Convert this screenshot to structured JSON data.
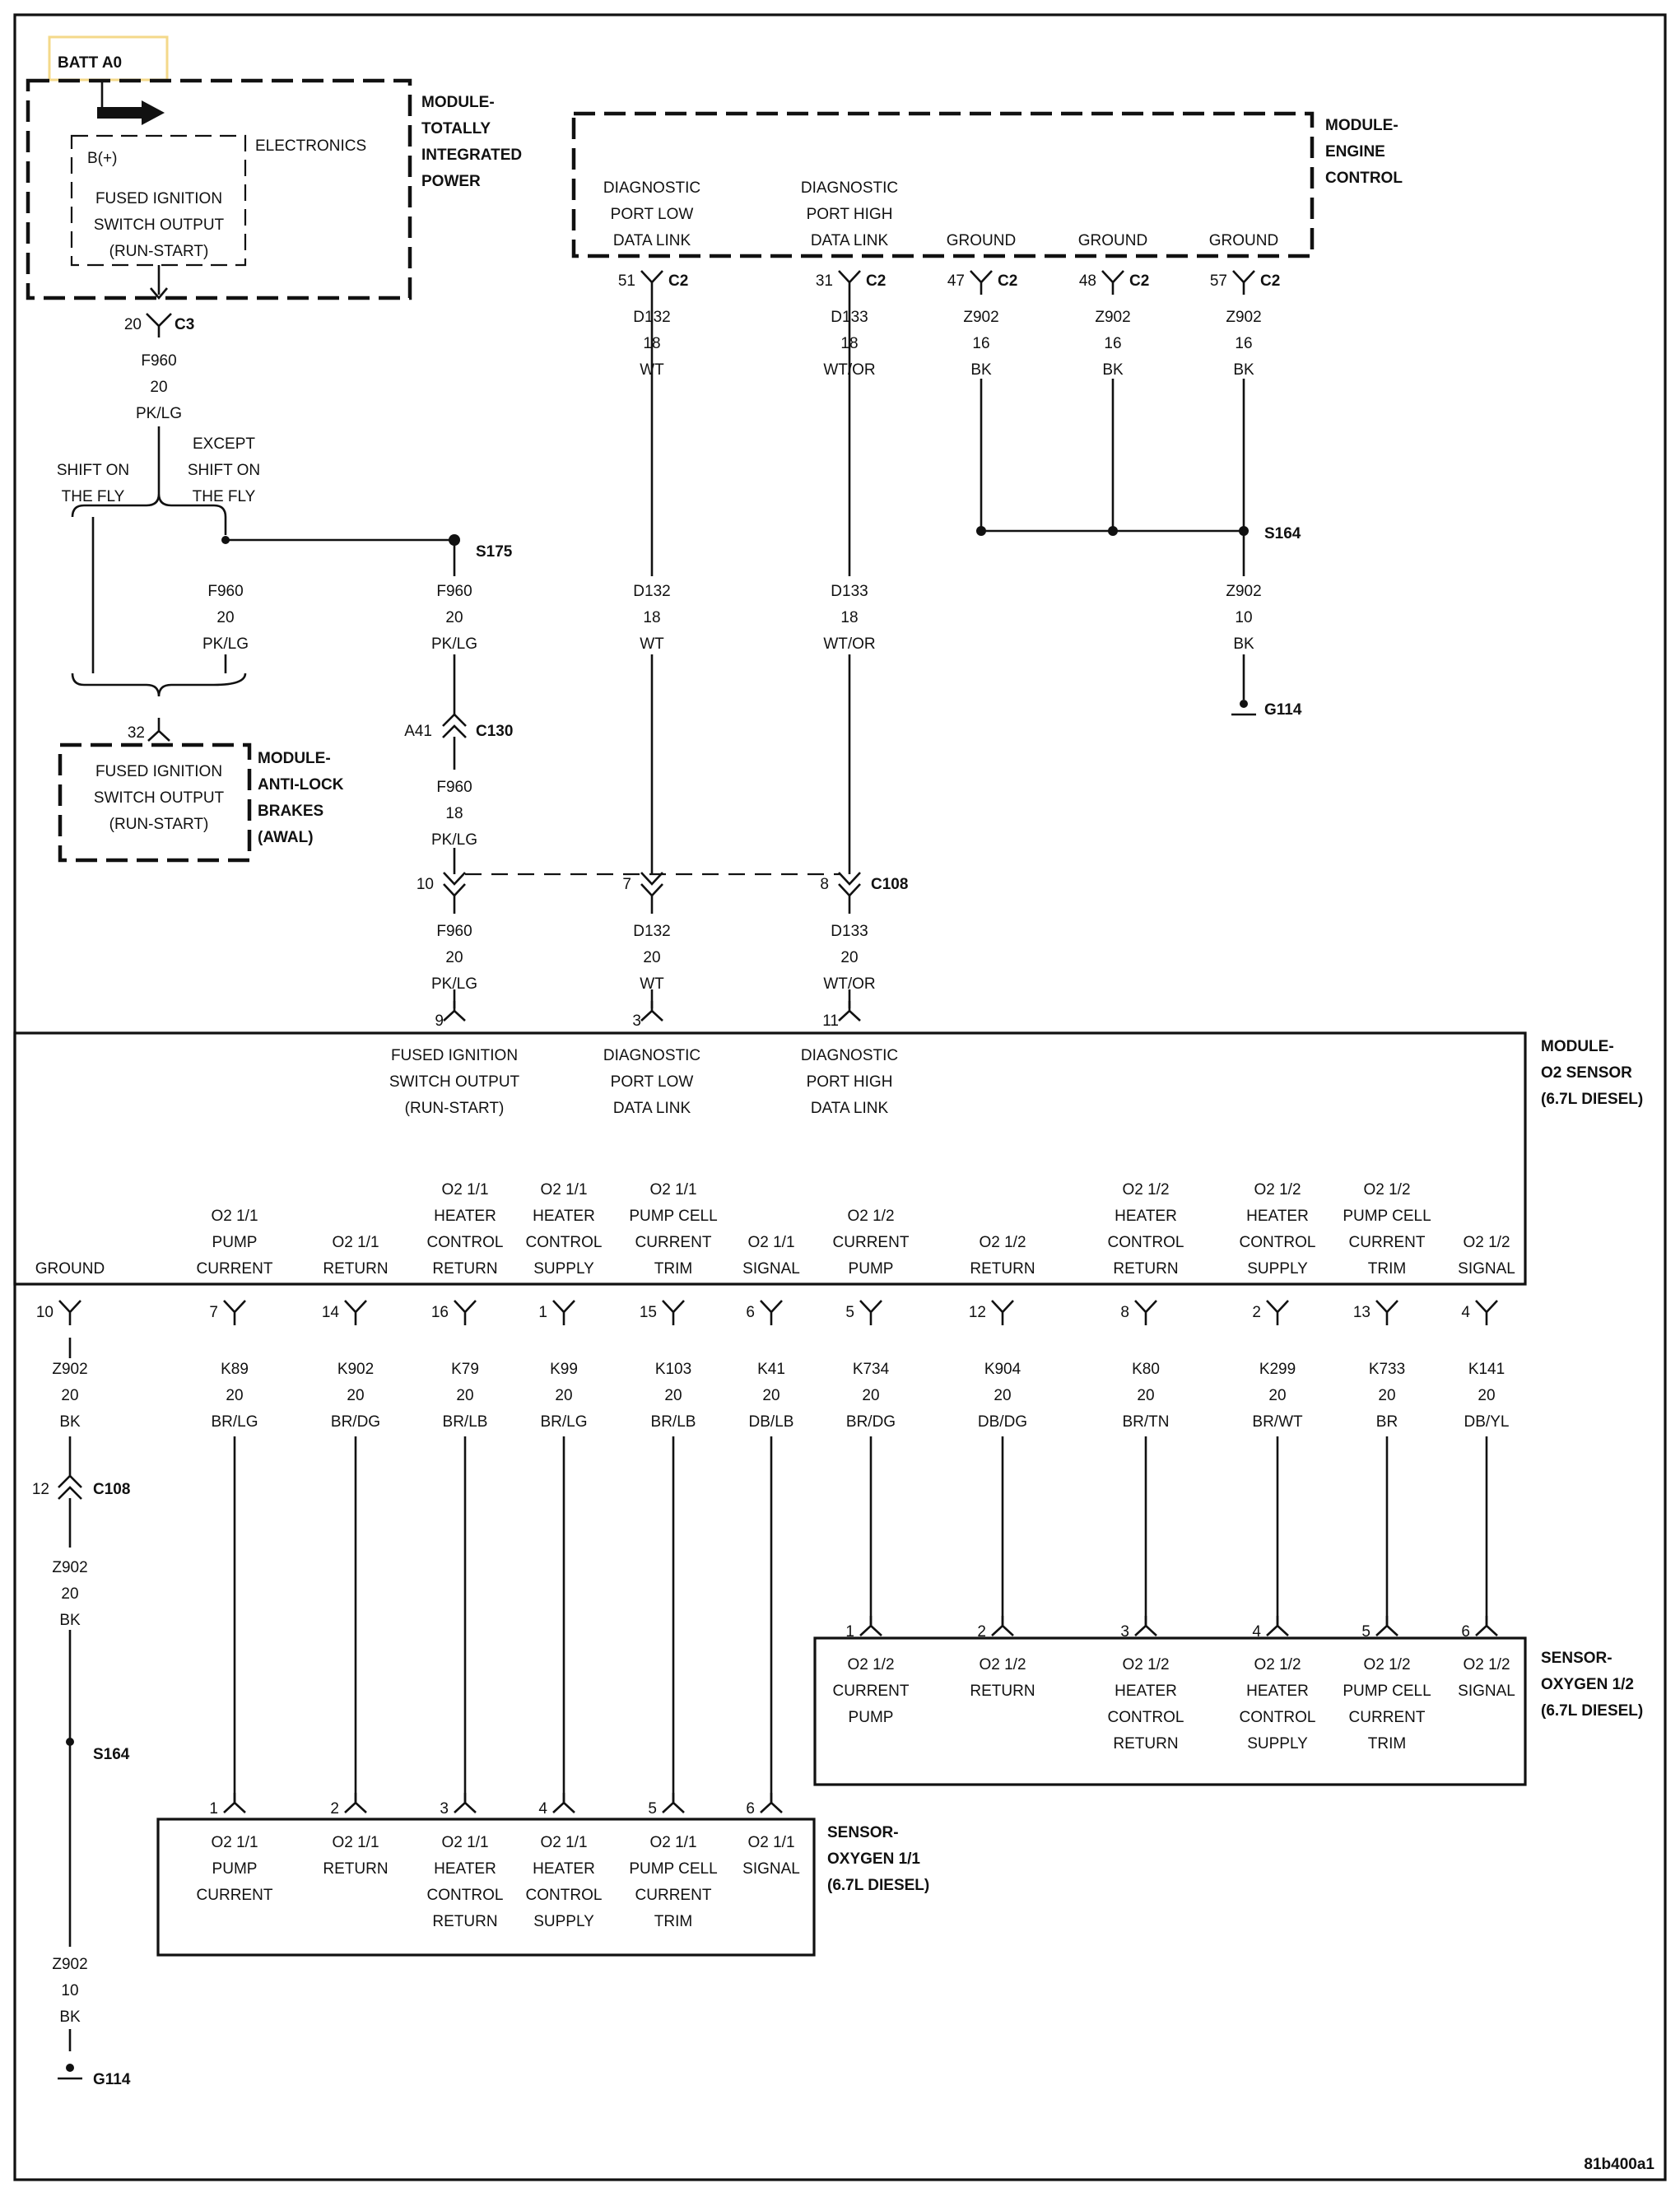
{
  "batt": "BATT A0",
  "tipm": {
    "name": [
      "MODULE-",
      "TOTALLY",
      "INTEGRATED",
      "POWER"
    ],
    "electronics": "ELECTRONICS",
    "bplus": "B(+)",
    "output": [
      "FUSED IGNITION",
      "SWITCH OUTPUT",
      "(RUN-START)"
    ],
    "pin": "20",
    "conn": "C3",
    "wire": [
      "F960",
      "20",
      "PK/LG"
    ]
  },
  "option_left": [
    "SHIFT ON",
    "THE FLY"
  ],
  "option_right": [
    "EXCEPT",
    "SHIFT ON",
    "THE FLY"
  ],
  "abs_wire": [
    "F960",
    "20",
    "PK/LG"
  ],
  "s175": "S175",
  "s175_wire": [
    "F960",
    "20",
    "PK/LG"
  ],
  "c130": {
    "pin": "A41",
    "conn": "C130"
  },
  "c130_wire": [
    "F960",
    "18",
    "PK/LG"
  ],
  "abs": {
    "pin": "32",
    "output": [
      "FUSED IGNITION",
      "SWITCH OUTPUT",
      "(RUN-START)"
    ],
    "name": [
      "MODULE-",
      "ANTI-LOCK",
      "BRAKES",
      "(AWAL)"
    ]
  },
  "ecm": {
    "name": [
      "MODULE-",
      "ENGINE",
      "CONTROL"
    ],
    "pins": [
      {
        "label": [
          "DIAGNOSTIC",
          "PORT LOW",
          "DATA LINK"
        ],
        "pin": "51",
        "conn": "C2",
        "wire": [
          "D132",
          "18",
          "WT"
        ]
      },
      {
        "label": [
          "DIAGNOSTIC",
          "PORT HIGH",
          "DATA LINK"
        ],
        "pin": "31",
        "conn": "C2",
        "wire": [
          "D133",
          "18",
          "WT/OR"
        ]
      },
      {
        "label": [
          "GROUND"
        ],
        "pin": "47",
        "conn": "C2",
        "wire": [
          "Z902",
          "16",
          "BK"
        ]
      },
      {
        "label": [
          "GROUND"
        ],
        "pin": "48",
        "conn": "C2",
        "wire": [
          "Z902",
          "16",
          "BK"
        ]
      },
      {
        "label": [
          "GROUND"
        ],
        "pin": "57",
        "conn": "C2",
        "wire": [
          "Z902",
          "16",
          "BK"
        ]
      }
    ]
  },
  "s164_top": "S164",
  "s164_top_wire": [
    "Z902",
    "10",
    "BK"
  ],
  "g114_top": "G114",
  "c108": {
    "conn": "C108",
    "pins": [
      "10",
      "7",
      "8"
    ]
  },
  "c108_wires": [
    [
      "F960",
      "20",
      "PK/LG"
    ],
    [
      "D132",
      "20",
      "WT"
    ],
    [
      "D133",
      "20",
      "WT/OR"
    ]
  ],
  "o2mod": {
    "name": [
      "MODULE-",
      "O2 SENSOR",
      "(6.7L DIESEL)"
    ],
    "top_pins": [
      "9",
      "3",
      "11"
    ],
    "top_labels": [
      [
        "FUSED IGNITION",
        "SWITCH OUTPUT",
        "(RUN-START)"
      ],
      [
        "DIAGNOSTIC",
        "PORT LOW",
        "DATA LINK"
      ],
      [
        "DIAGNOSTIC",
        "PORT HIGH",
        "DATA LINK"
      ]
    ],
    "bottom": [
      {
        "label": [
          "GROUND"
        ],
        "pin": "10",
        "wire": [
          "Z902",
          "20",
          "BK"
        ]
      },
      {
        "label": [
          "O2 1/1",
          "PUMP",
          "CURRENT"
        ],
        "pin": "7",
        "wire": [
          "K89",
          "20",
          "BR/LG"
        ]
      },
      {
        "label": [
          "O2 1/1",
          "RETURN"
        ],
        "pin": "14",
        "wire": [
          "K902",
          "20",
          "BR/DG"
        ]
      },
      {
        "label": [
          "O2 1/1",
          "HEATER",
          "CONTROL",
          "RETURN"
        ],
        "pin": "16",
        "wire": [
          "K79",
          "20",
          "BR/LB"
        ]
      },
      {
        "label": [
          "O2 1/1",
          "HEATER",
          "CONTROL",
          "SUPPLY"
        ],
        "pin": "1",
        "wire": [
          "K99",
          "20",
          "BR/LG"
        ]
      },
      {
        "label": [
          "O2 1/1",
          "PUMP CELL",
          "CURRENT",
          "TRIM"
        ],
        "pin": "15",
        "wire": [
          "K103",
          "20",
          "BR/LB"
        ]
      },
      {
        "label": [
          "O2 1/1",
          "SIGNAL"
        ],
        "pin": "6",
        "wire": [
          "K41",
          "20",
          "DB/LB"
        ]
      },
      {
        "label": [
          "O2 1/2",
          "CURRENT",
          "PUMP"
        ],
        "pin": "5",
        "wire": [
          "K734",
          "20",
          "BR/DG"
        ]
      },
      {
        "label": [
          "O2 1/2",
          "RETURN"
        ],
        "pin": "12",
        "wire": [
          "K904",
          "20",
          "DB/DG"
        ]
      },
      {
        "label": [
          "O2 1/2",
          "HEATER",
          "CONTROL",
          "RETURN"
        ],
        "pin": "8",
        "wire": [
          "K80",
          "20",
          "BR/TN"
        ]
      },
      {
        "label": [
          "O2 1/2",
          "HEATER",
          "CONTROL",
          "SUPPLY"
        ],
        "pin": "2",
        "wire": [
          "K299",
          "20",
          "BR/WT"
        ]
      },
      {
        "label": [
          "O2 1/2",
          "PUMP CELL",
          "CURRENT",
          "TRIM"
        ],
        "pin": "13",
        "wire": [
          "K733",
          "20",
          "BR"
        ]
      },
      {
        "label": [
          "O2 1/2",
          "SIGNAL"
        ],
        "pin": "4",
        "wire": [
          "K141",
          "20",
          "DB/YL"
        ]
      }
    ]
  },
  "gnd_c108": {
    "pin": "12",
    "conn": "C108"
  },
  "gnd_wire": [
    "Z902",
    "20",
    "BK"
  ],
  "s164_bottom": "S164",
  "gnd_wire2": [
    "Z902",
    "10",
    "BK"
  ],
  "g114_bottom": "G114",
  "sensor12": {
    "name": [
      "SENSOR-",
      "OXYGEN 1/2",
      "(6.7L DIESEL)"
    ],
    "pins": [
      {
        "pin": "1",
        "label": [
          "O2 1/2",
          "CURRENT",
          "PUMP"
        ]
      },
      {
        "pin": "2",
        "label": [
          "O2 1/2",
          "RETURN"
        ]
      },
      {
        "pin": "3",
        "label": [
          "O2 1/2",
          "HEATER",
          "CONTROL",
          "RETURN"
        ]
      },
      {
        "pin": "4",
        "label": [
          "O2 1/2",
          "HEATER",
          "CONTROL",
          "SUPPLY"
        ]
      },
      {
        "pin": "5",
        "label": [
          "O2 1/2",
          "PUMP CELL",
          "CURRENT",
          "TRIM"
        ]
      },
      {
        "pin": "6",
        "label": [
          "O2 1/2",
          "SIGNAL"
        ]
      }
    ]
  },
  "sensor11": {
    "name": [
      "SENSOR-",
      "OXYGEN 1/1",
      "(6.7L DIESEL)"
    ],
    "pins": [
      {
        "pin": "1",
        "label": [
          "O2 1/1",
          "PUMP",
          "CURRENT"
        ]
      },
      {
        "pin": "2",
        "label": [
          "O2 1/1",
          "RETURN"
        ]
      },
      {
        "pin": "3",
        "label": [
          "O2 1/1",
          "HEATER",
          "CONTROL",
          "RETURN"
        ]
      },
      {
        "pin": "4",
        "label": [
          "O2 1/1",
          "HEATER",
          "CONTROL",
          "SUPPLY"
        ]
      },
      {
        "pin": "5",
        "label": [
          "O2 1/1",
          "PUMP CELL",
          "CURRENT",
          "TRIM"
        ]
      },
      {
        "pin": "6",
        "label": [
          "O2 1/1",
          "SIGNAL"
        ]
      }
    ]
  },
  "figure_id": "81b400a1"
}
